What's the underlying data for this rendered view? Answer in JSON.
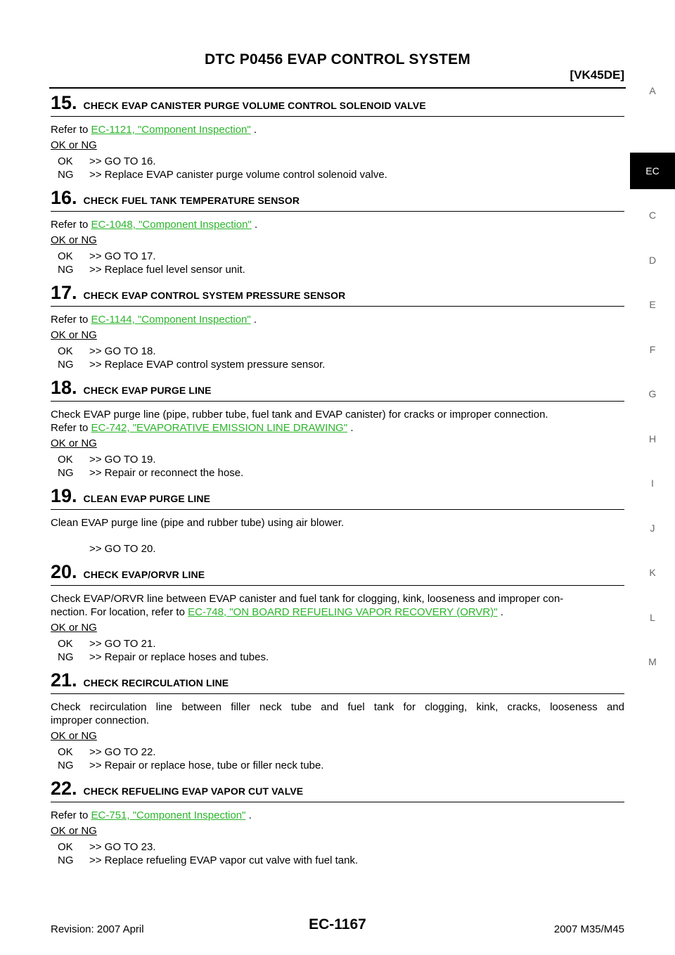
{
  "header": {
    "title": "DTC P0456 EVAP CONTROL SYSTEM",
    "engine": "[VK45DE]"
  },
  "side_tabs": [
    "A",
    "EC",
    "C",
    "D",
    "E",
    "F",
    "G",
    "H",
    "I",
    "J",
    "K",
    "L",
    "M"
  ],
  "active_tab": "EC",
  "judge_label": "OK or NG",
  "steps": [
    {
      "num": "15.",
      "title": "CHECK EVAP CANISTER PURGE VOLUME CONTROL SOLENOID VALVE",
      "lines": [
        {
          "pre": "Refer to ",
          "link": "EC-1121, \"Component Inspection\"",
          "post": " ."
        }
      ],
      "ok_key": "OK",
      "ok": ">> GO TO 16.",
      "ng_key": "NG",
      "ng": ">> Replace EVAP canister purge volume control solenoid valve."
    },
    {
      "num": "16.",
      "title": "CHECK FUEL TANK TEMPERATURE SENSOR",
      "lines": [
        {
          "pre": "Refer to ",
          "link": "EC-1048, \"Component Inspection\"",
          "post": " ."
        }
      ],
      "ok_key": "OK",
      "ok": ">> GO TO 17.",
      "ng_key": "NG",
      "ng": ">> Replace fuel level sensor unit."
    },
    {
      "num": "17.",
      "title": "CHECK EVAP CONTROL SYSTEM PRESSURE SENSOR",
      "lines": [
        {
          "pre": "Refer to ",
          "link": "EC-1144, \"Component Inspection\"",
          "post": " ."
        }
      ],
      "ok_key": "OK",
      "ok": ">> GO TO 18.",
      "ng_key": "NG",
      "ng": ">> Replace EVAP control system pressure sensor."
    },
    {
      "num": "18.",
      "title": "CHECK EVAP PURGE LINE",
      "text1": "Check EVAP purge line (pipe, rubber tube, fuel tank and EVAP canister) for cracks or improper connection.",
      "lines": [
        {
          "pre": "Refer to ",
          "link": "EC-742, \"EVAPORATIVE EMISSION LINE DRAWING\"",
          "post": " ."
        }
      ],
      "ok_key": "OK",
      "ok": ">> GO TO 19.",
      "ng_key": "NG",
      "ng": ">> Repair or reconnect the hose."
    },
    {
      "num": "19.",
      "title": "CLEAN EVAP PURGE LINE",
      "text1": "Clean EVAP purge line (pipe and rubber tube) using air blower.",
      "goto": ">> GO TO 20."
    },
    {
      "num": "20.",
      "title": "CHECK EVAP/ORVR LINE",
      "text1": "Check EVAP/ORVR line between EVAP canister and fuel tank for clogging, kink, looseness and improper con-",
      "lines": [
        {
          "pre": "nection. For location, refer to ",
          "link": "EC-748, \"ON BOARD REFUELING VAPOR RECOVERY (ORVR)\"",
          "post": " ."
        }
      ],
      "ok_key": "OK",
      "ok": ">> GO TO 21.",
      "ng_key": "NG",
      "ng": ">> Repair or replace hoses and tubes."
    },
    {
      "num": "21.",
      "title": "CHECK RECIRCULATION LINE",
      "text1": "Check recirculation line between filler neck tube and fuel tank for clogging, kink, cracks, looseness and",
      "text2": "improper connection.",
      "ok_key": "OK",
      "ok": ">> GO TO 22.",
      "ng_key": "NG",
      "ng": ">> Repair or replace hose, tube or filler neck tube."
    },
    {
      "num": "22.",
      "title": "CHECK REFUELING EVAP VAPOR CUT VALVE",
      "lines": [
        {
          "pre": "Refer to ",
          "link": "EC-751, \"Component Inspection\"",
          "post": " ."
        }
      ],
      "ok_key": "OK",
      "ok": ">> GO TO 23.",
      "ng_key": "NG",
      "ng": ">> Replace refueling EVAP vapor cut valve with fuel tank."
    }
  ],
  "footer": {
    "revision": "Revision: 2007 April",
    "page": "EC-1167",
    "model": "2007 M35/M45"
  }
}
